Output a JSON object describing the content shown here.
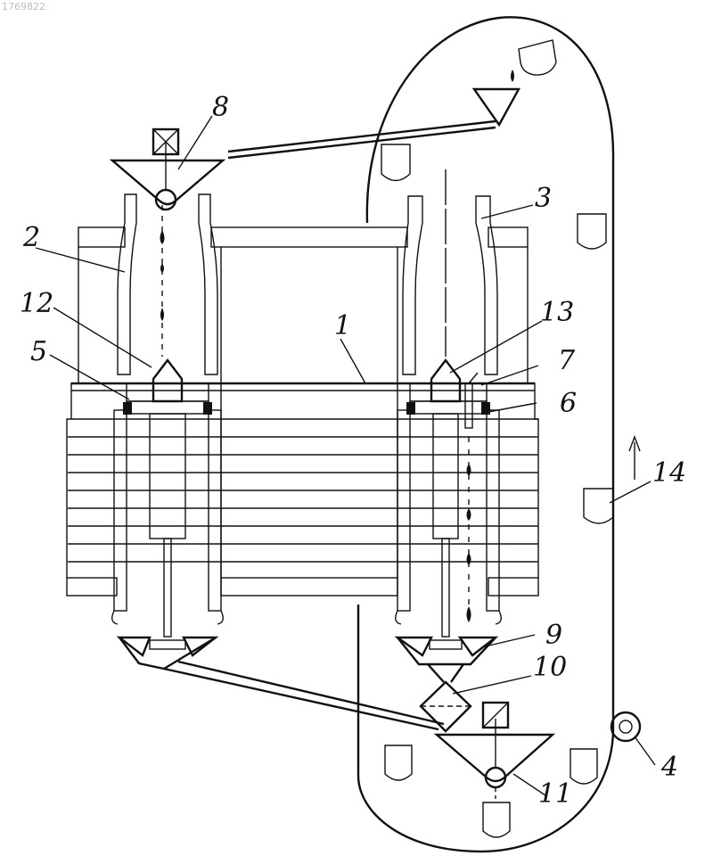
{
  "document_id": "1769822",
  "labels": [
    {
      "id": "label-1",
      "text": "1"
    },
    {
      "id": "label-2",
      "text": "2"
    },
    {
      "id": "label-3",
      "text": "3"
    },
    {
      "id": "label-4",
      "text": "4"
    },
    {
      "id": "label-5",
      "text": "5"
    },
    {
      "id": "label-6",
      "text": "6"
    },
    {
      "id": "label-7",
      "text": "7"
    },
    {
      "id": "label-8",
      "text": "8"
    },
    {
      "id": "label-9",
      "text": "9"
    },
    {
      "id": "label-10",
      "text": "10"
    },
    {
      "id": "label-11",
      "text": "11"
    },
    {
      "id": "label-12",
      "text": "12"
    },
    {
      "id": "label-13",
      "text": "13"
    },
    {
      "id": "label-14",
      "text": "14"
    }
  ],
  "colors": {
    "ink": "#111111",
    "paper": "#ffffff"
  }
}
